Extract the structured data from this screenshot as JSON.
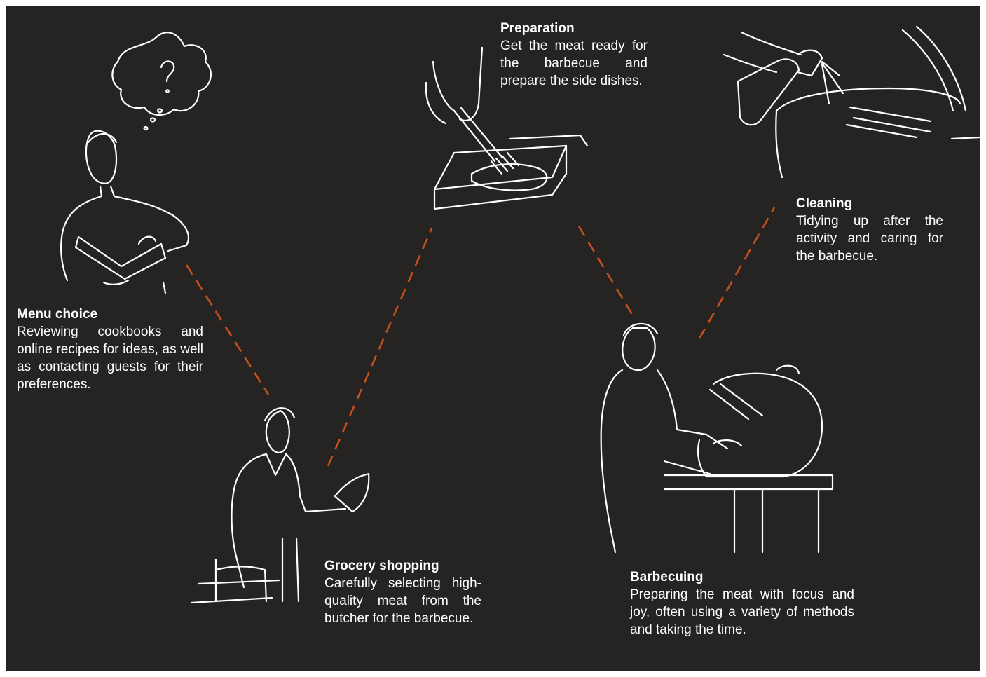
{
  "colors": {
    "background": "#252422",
    "outer": "#ffffff",
    "ink": "#ffffff",
    "connector": "#c4501f"
  },
  "steps": {
    "menu_choice": {
      "title": "Menu choice",
      "desc": "Reviewing cookbooks and online recipes for ideas, as well as contacting guests for their preferences.",
      "icon": "person-reading-book-icon"
    },
    "grocery": {
      "title": "Grocery shopping",
      "desc": "Carefully selecting high-quality meat from the butcher for the barbecue.",
      "icon": "person-shopping-icon"
    },
    "preparation": {
      "title": "Preparation",
      "desc": "Get the meat ready for the barbecue and prepare the side dishes.",
      "icon": "basting-brush-icon"
    },
    "barbecuing": {
      "title": "Barbecuing",
      "desc": "Preparing the meat with focus and joy, often using a variety of methods and taking the time.",
      "icon": "person-grilling-icon"
    },
    "cleaning": {
      "title": "Cleaning",
      "desc": "Tidying up after the activity and caring for the barbecue.",
      "icon": "spray-bottle-icon"
    }
  }
}
